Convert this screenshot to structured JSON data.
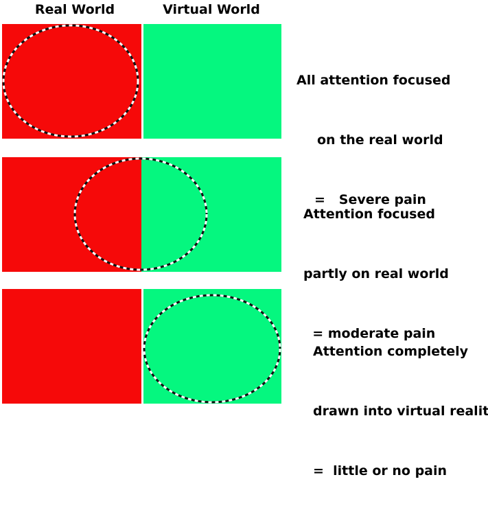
{
  "headers": {
    "real": "Real World",
    "virtual": "Virtual World"
  },
  "colors": {
    "real_world": "#f60909",
    "virtual_world": "#05f77f",
    "ring_dark": "#111111",
    "ring_light": "#ffffff"
  },
  "panels": [
    {
      "focus": "real world",
      "caption": [
        "All attention focused",
        "on the real world",
        "=   Severe pain"
      ]
    },
    {
      "focus": "split",
      "caption": [
        "Attention focused",
        "partly on real world",
        "  = moderate pain"
      ]
    },
    {
      "focus": "virtual world",
      "caption": [
        "Attention completely",
        "drawn into virtual reality",
        "=  little or no pain"
      ]
    }
  ]
}
